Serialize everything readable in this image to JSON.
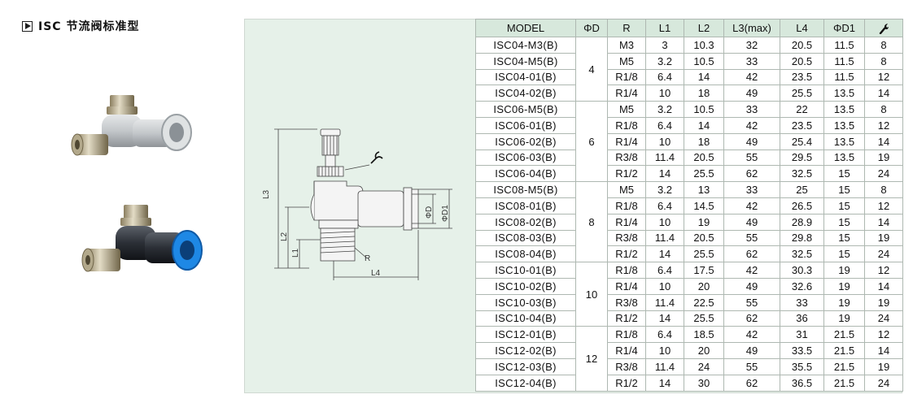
{
  "header": {
    "title": "ISC 节流阀标准型",
    "icon": "play-icon"
  },
  "table": {
    "headers": [
      "MODEL",
      "ΦD",
      "R",
      "L1",
      "L2",
      "L3(max)",
      "L4",
      "ΦD1"
    ],
    "wrench_header_icon": "wrench-icon",
    "groups": [
      {
        "d": "4",
        "rows": [
          [
            "ISC04-M3(B)",
            "M3",
            "3",
            "10.3",
            "32",
            "20.5",
            "11.5",
            "8"
          ],
          [
            "ISC04-M5(B)",
            "M5",
            "3.2",
            "10.5",
            "33",
            "20.5",
            "11.5",
            "8"
          ],
          [
            "ISC04-01(B)",
            "R1/8",
            "6.4",
            "14",
            "42",
            "23.5",
            "11.5",
            "12"
          ],
          [
            "ISC04-02(B)",
            "R1/4",
            "10",
            "18",
            "49",
            "25.5",
            "13.5",
            "14"
          ]
        ]
      },
      {
        "d": "6",
        "rows": [
          [
            "ISC06-M5(B)",
            "M5",
            "3.2",
            "10.5",
            "33",
            "22",
            "13.5",
            "8"
          ],
          [
            "ISC06-01(B)",
            "R1/8",
            "6.4",
            "14",
            "42",
            "23.5",
            "13.5",
            "12"
          ],
          [
            "ISC06-02(B)",
            "R1/4",
            "10",
            "18",
            "49",
            "25.4",
            "13.5",
            "14"
          ],
          [
            "ISC06-03(B)",
            "R3/8",
            "11.4",
            "20.5",
            "55",
            "29.5",
            "13.5",
            "19"
          ],
          [
            "ISC06-04(B)",
            "R1/2",
            "14",
            "25.5",
            "62",
            "32.5",
            "15",
            "24"
          ]
        ]
      },
      {
        "d": "8",
        "rows": [
          [
            "ISC08-M5(B)",
            "M5",
            "3.2",
            "13",
            "33",
            "25",
            "15",
            "8"
          ],
          [
            "ISC08-01(B)",
            "R1/8",
            "6.4",
            "14.5",
            "42",
            "26.5",
            "15",
            "12"
          ],
          [
            "ISC08-02(B)",
            "R1/4",
            "10",
            "19",
            "49",
            "28.9",
            "15",
            "14"
          ],
          [
            "ISC08-03(B)",
            "R3/8",
            "11.4",
            "20.5",
            "55",
            "29.8",
            "15",
            "19"
          ],
          [
            "ISC08-04(B)",
            "R1/2",
            "14",
            "25.5",
            "62",
            "32.5",
            "15",
            "24"
          ]
        ]
      },
      {
        "d": "10",
        "rows": [
          [
            "ISC10-01(B)",
            "R1/8",
            "6.4",
            "17.5",
            "42",
            "30.3",
            "19",
            "12"
          ],
          [
            "ISC10-02(B)",
            "R1/4",
            "10",
            "20",
            "49",
            "32.6",
            "19",
            "14"
          ],
          [
            "ISC10-03(B)",
            "R3/8",
            "11.4",
            "22.5",
            "55",
            "33",
            "19",
            "19"
          ],
          [
            "ISC10-04(B)",
            "R1/2",
            "14",
            "25.5",
            "62",
            "36",
            "19",
            "24"
          ]
        ]
      },
      {
        "d": "12",
        "rows": [
          [
            "ISC12-01(B)",
            "R1/8",
            "6.4",
            "18.5",
            "42",
            "31",
            "21.5",
            "12"
          ],
          [
            "ISC12-02(B)",
            "R1/4",
            "10",
            "20",
            "49",
            "33.5",
            "21.5",
            "14"
          ],
          [
            "ISC12-03(B)",
            "R3/8",
            "11.4",
            "24",
            "55",
            "35.5",
            "21.5",
            "19"
          ],
          [
            "ISC12-04(B)",
            "R1/2",
            "14",
            "30",
            "62",
            "36.5",
            "21.5",
            "24"
          ]
        ]
      }
    ]
  },
  "drawing": {
    "labels": {
      "l3": "L3",
      "l2": "L2",
      "l1": "L1",
      "l4": "L4",
      "d": "ΦD",
      "d1": "ΦD1",
      "r": "R"
    }
  },
  "images": {
    "gray_fitting": "gray-fitting-image",
    "black_fitting": "black-blue-fitting-image"
  }
}
